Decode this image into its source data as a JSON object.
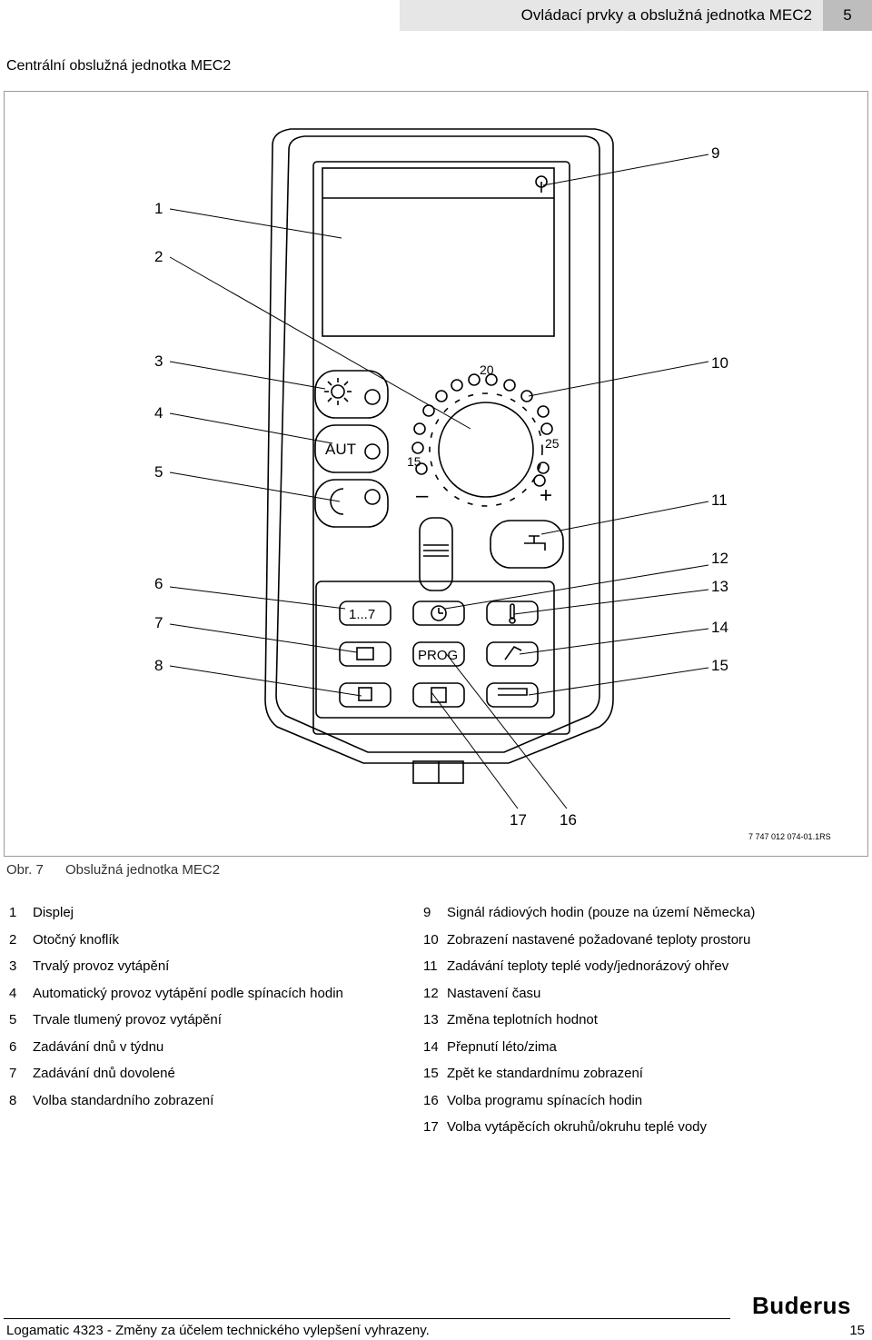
{
  "header": {
    "title": "Ovládací prvky a obslužná jednotka MEC2",
    "chapter": "5"
  },
  "section_title": "Centrální obslužná jednotka MEC2",
  "figure": {
    "ref": "7 747 012 074-01.1RS",
    "caption_label": "Obr. 7",
    "caption_text": "Obslužná jednotka MEC2",
    "callouts": [
      "1",
      "2",
      "3",
      "4",
      "5",
      "6",
      "7",
      "8",
      "9",
      "10",
      "11",
      "12",
      "13",
      "14",
      "15",
      "16",
      "17"
    ],
    "dial": {
      "label_20": "20",
      "label_25": "25",
      "label_15": "15",
      "minus": "–",
      "plus": "+"
    },
    "buttons": {
      "aut": "AUT",
      "days": "1...7",
      "prog": "PROG"
    }
  },
  "legend_left": [
    {
      "n": "1",
      "text": "Displej"
    },
    {
      "n": "2",
      "text": "Otočný knoflík"
    },
    {
      "n": "3",
      "text": "Trvalý provoz vytápění"
    },
    {
      "n": "4",
      "text": "Automatický provoz vytápění podle spínacích hodin"
    },
    {
      "n": "5",
      "text": "Trvale tlumený provoz vytápění"
    },
    {
      "n": "6",
      "text": "Zadávání dnů v týdnu"
    },
    {
      "n": "7",
      "text": "Zadávání dnů dovolené"
    },
    {
      "n": "8",
      "text": "Volba standardního zobrazení"
    }
  ],
  "legend_right": [
    {
      "n": "9",
      "text": "Signál rádiových hodin (pouze na území Německa)"
    },
    {
      "n": "10",
      "text": "Zobrazení nastavené požadované teploty prostoru"
    },
    {
      "n": "11",
      "text": "Zadávání teploty teplé vody/jednorázový ohřev"
    },
    {
      "n": "12",
      "text": "Nastavení času"
    },
    {
      "n": "13",
      "text": "Změna teplotních hodnot"
    },
    {
      "n": "14",
      "text": "Přepnutí léto/zima"
    },
    {
      "n": "15",
      "text": "Zpět ke standardnímu zobrazení"
    },
    {
      "n": "16",
      "text": "Volba programu spínacích hodin"
    },
    {
      "n": "17",
      "text": "Volba vytápěcích okruhů/okruhu teplé vody"
    }
  ],
  "footer": {
    "text": "Logamatic 4323 - Změny za účelem technického vylepšení vyhrazeny.",
    "page": "15",
    "brand": "Buderus"
  }
}
